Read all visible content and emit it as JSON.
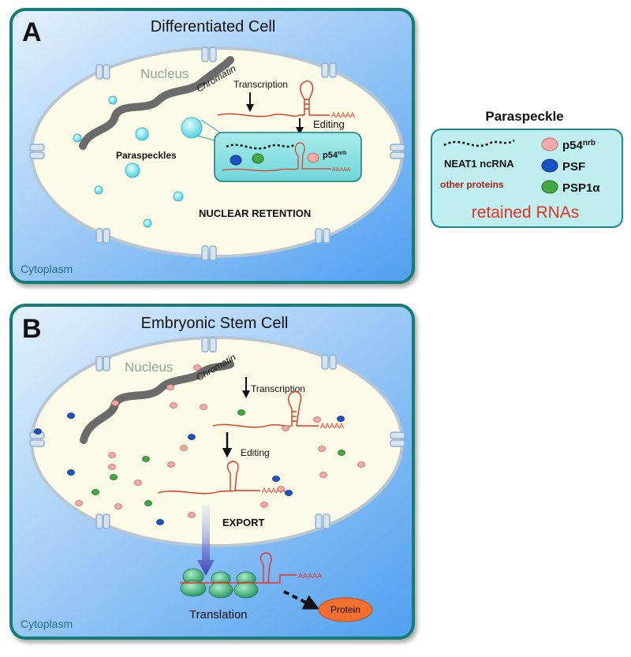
{
  "panel_a": {
    "letter": "A",
    "title": "Differentiated Cell",
    "nucleus_label": "Nucleus",
    "chromatin_label": "Chromatin",
    "transcription_label": "Transcription",
    "editing_label": "Editing",
    "paraspeckles_label": "Paraspeckles",
    "retention_label": "NUCLEAR RETENTION",
    "cytoplasm_label": "Cytoplasm",
    "polya": "AAAAA",
    "zoom_polya": "AAAAA",
    "zoom_protein_label": "p54",
    "zoom_protein_sup": "nrb"
  },
  "legend": {
    "title": "Paraspeckle",
    "ncrna_label": "NEAT1 ncRNA",
    "other_label": "other proteins",
    "p54_label": "p54",
    "p54_sup": "nrb",
    "psf_label": "PSF",
    "psp1_label": "PSP1α",
    "retained_label": "retained RNAs"
  },
  "panel_b": {
    "letter": "B",
    "title": "Embryonic Stem Cell",
    "nucleus_label": "Nucleus",
    "chromatin_label": "Chromatin",
    "transcription_label": "Transcription",
    "editing_label": "Editing",
    "export_label": "EXPORT",
    "translation_label": "Translation",
    "protein_label": "Protein",
    "cytoplasm_label": "Cytoplasm",
    "polya_1": "AAAAA",
    "polya_2": "AAAAA",
    "polya_3": "AAAAA"
  },
  "colors": {
    "cell_border": "#147f7a",
    "cell_fill_light": "#dbeefc",
    "cell_fill_dark": "#5da9f2",
    "nucleus_fill": "#fcfbe8",
    "nucleus_border": "#b9c9d6",
    "rna_red": "#e4321f",
    "paraspeckle_cyan": "#7fe6ee",
    "psf_blue": "#1953c9",
    "psp1_green": "#44a844",
    "p54_pink": "#f4a9a6",
    "ribosome_green": "#3bb07c",
    "protein_orange": "#f26f2f",
    "cytoplasm_text": "#1e6b8a",
    "nucleus_text": "#8aa896"
  }
}
